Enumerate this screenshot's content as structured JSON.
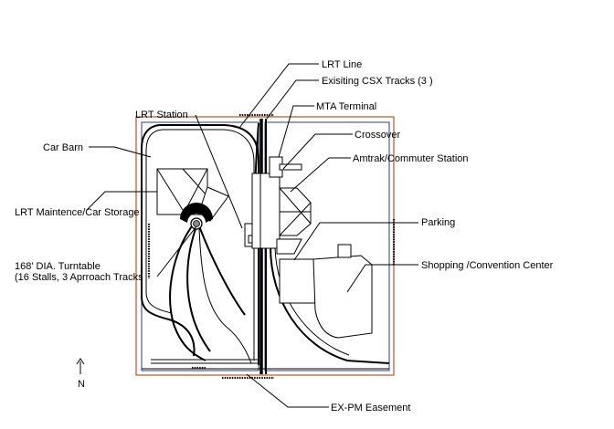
{
  "labels": {
    "lrt_line": "LRT Line",
    "csx_tracks": "Exisiting CSX Tracks (3 )",
    "mta_terminal": "MTA Terminal",
    "lrt_station": "LRT Station",
    "crossover": "Crossover",
    "car_barn": "Car Barn",
    "amtrak": "Amtrak/Commuter Station",
    "lrt_maintenance": "LRT Maintence/Car Storage",
    "parking": "Parking",
    "turntable_line1": "168' DIA. Turntable",
    "turntable_line2": "(16 Stalls, 3 Aprroach Tracks",
    "shopping": "Shopping /Convention Center",
    "easement": "EX-PM Easement",
    "north": "N"
  },
  "colors": {
    "site_boundary": "#c0502a",
    "inner_boundary": "#2a3f7a",
    "lines": "#000000"
  }
}
